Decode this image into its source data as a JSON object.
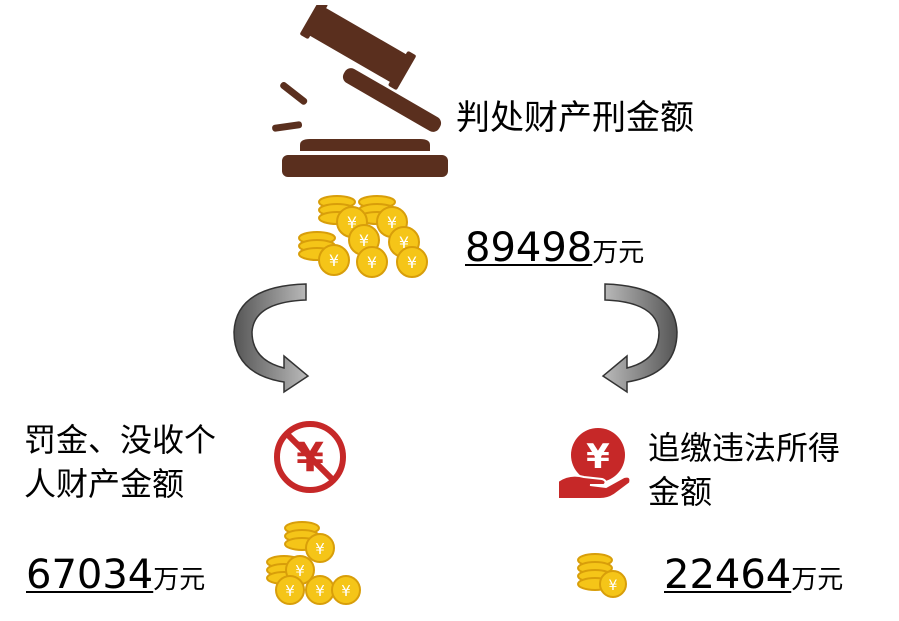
{
  "header": {
    "title": "判处财产刑金额"
  },
  "total": {
    "value": "89498",
    "unit": "万元"
  },
  "left": {
    "label_line1": "罚金、没收个",
    "label_line2": "人财产金额",
    "value": "67034",
    "unit": "万元"
  },
  "right": {
    "label_line1": "追缴违法所得",
    "label_line2": "金额",
    "value": "22464",
    "unit": "万元"
  },
  "colors": {
    "gavel": "#5a2f1e",
    "coin": "#f5c518",
    "coin_dark": "#d89e0a",
    "red": "#c62828",
    "arrow": "#7a7a7a"
  },
  "icons": [
    "gavel-icon",
    "coin-pile-icon",
    "curved-arrow-icon",
    "no-yuan-icon",
    "yuan-hand-icon"
  ]
}
